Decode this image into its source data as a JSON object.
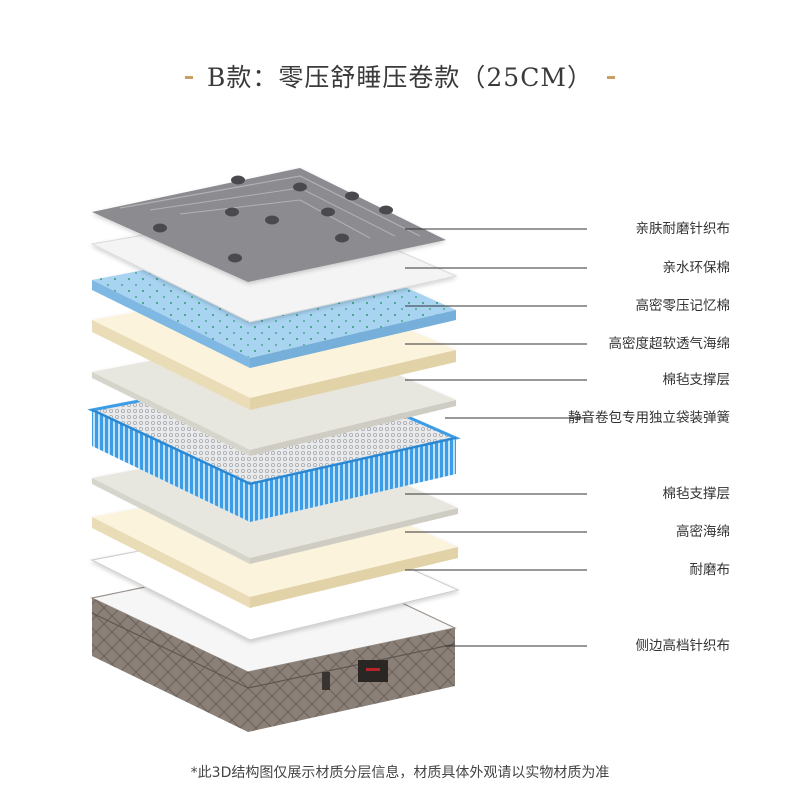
{
  "title": "B款：零压舒睡压卷款（25CM）",
  "layers": [
    "亲肤耐磨针织布",
    "亲水环保棉",
    "高密零压记忆棉",
    "高密度超软透气海绵",
    "棉毡支撑层",
    "静音卷包专用独立袋装弹簧",
    "棉毡支撑层",
    "高密海绵",
    "耐磨布",
    "侧边高档针织布"
  ],
  "footnote": "*此3D结构图仅展示材质分层信息，材质具体外观请以实物材质为准",
  "colors": {
    "accent": "#c9a063",
    "knit_top": "#8c8c90",
    "memory_foam": "#a8d4f2",
    "spring_blue": "#3c9de6",
    "soft_foam": "#fbf3dc",
    "felt": "#e7e6df",
    "base": "#7d746c"
  }
}
